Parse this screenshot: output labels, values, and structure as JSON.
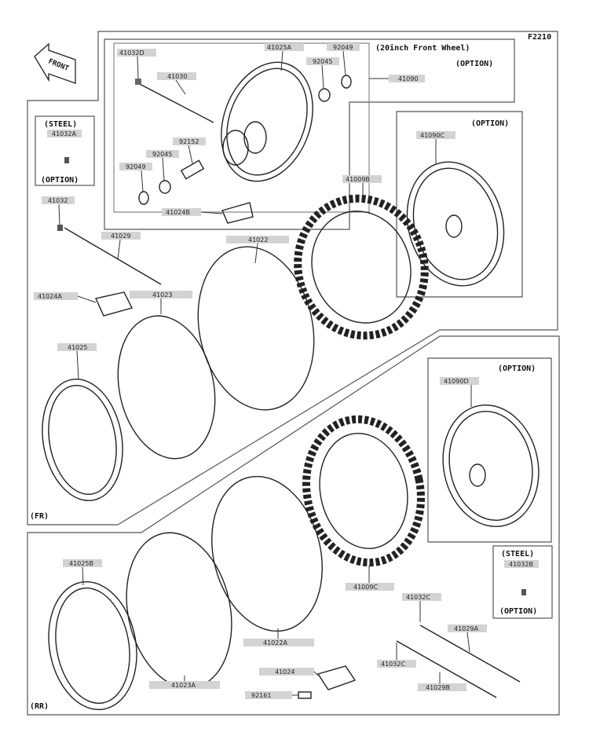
{
  "figure_code": "F2210",
  "front_arrow": "FRONT",
  "option_20inch": {
    "title": "(20inch Front Wheel)",
    "note": "(OPTION)"
  },
  "steel_front": {
    "title": "(STEEL)",
    "part": "41032A",
    "note": "(OPTION)"
  },
  "steel_rear": {
    "title": "(STEEL)",
    "part": "41032B",
    "note": "(OPTION)"
  },
  "option_front_spoke": "(OPTION)",
  "option_rear_spoke": "(OPTION)",
  "section_front": "(FR)",
  "section_rear": "(RR)",
  "parts": {
    "p41032D": "41032D",
    "p41030": "41030",
    "p41025A": "41025A",
    "p92049a": "92049",
    "p92045a": "92045",
    "p41090": "41090",
    "p92152": "92152",
    "p92045b": "92045",
    "p92049b": "92049",
    "p41024B": "41024B",
    "p41009B": "41009B",
    "p41090C": "41090C",
    "p41032": "41032",
    "p41029": "41029",
    "p41022": "41022",
    "p41024A": "41024A",
    "p41023": "41023",
    "p41025": "41025",
    "p41090D": "41090D",
    "p41009C": "41009C",
    "p41025B": "41025B",
    "p41032C1": "41032C",
    "p41029A": "41029A",
    "p41022A": "41022A",
    "p41024": "41024",
    "p41032C2": "41032C",
    "p41023A": "41023A",
    "p92161": "92161",
    "p41029B": "41029B"
  }
}
